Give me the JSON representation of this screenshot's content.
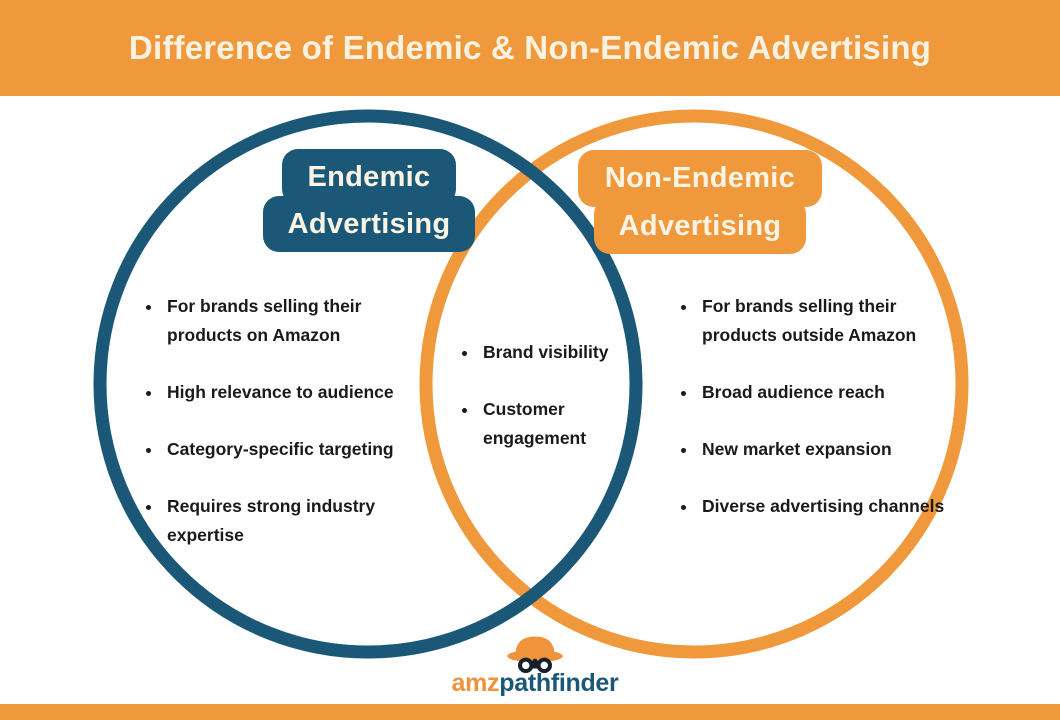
{
  "colors": {
    "orange": "#EF993C",
    "teal": "#1B5877",
    "header_text": "#FAF2E1",
    "body_text": "#1A1A1A",
    "background": "#FFFFFF"
  },
  "header": {
    "title": "Difference of Endemic & Non-Endemic Advertising"
  },
  "venn": {
    "left": {
      "label_line1": "Endemic",
      "label_line2": "Advertising",
      "items": [
        "For brands selling their products on Amazon",
        "High relevance to audience",
        "Category-specific targeting",
        "Requires strong industry expertise"
      ]
    },
    "overlap": {
      "items": [
        "Brand visibility",
        "Customer engagement"
      ]
    },
    "right": {
      "label_line1": "Non-Endemic",
      "label_line2": "Advertising",
      "items": [
        "For brands selling their products outside Amazon",
        "Broad audience reach",
        "New market expansion",
        "Diverse advertising channels"
      ]
    }
  },
  "footer": {
    "brand_prefix": "amz",
    "brand_suffix": "pathfinder",
    "logo_icon": "explorer-hat-binoculars-icon"
  }
}
